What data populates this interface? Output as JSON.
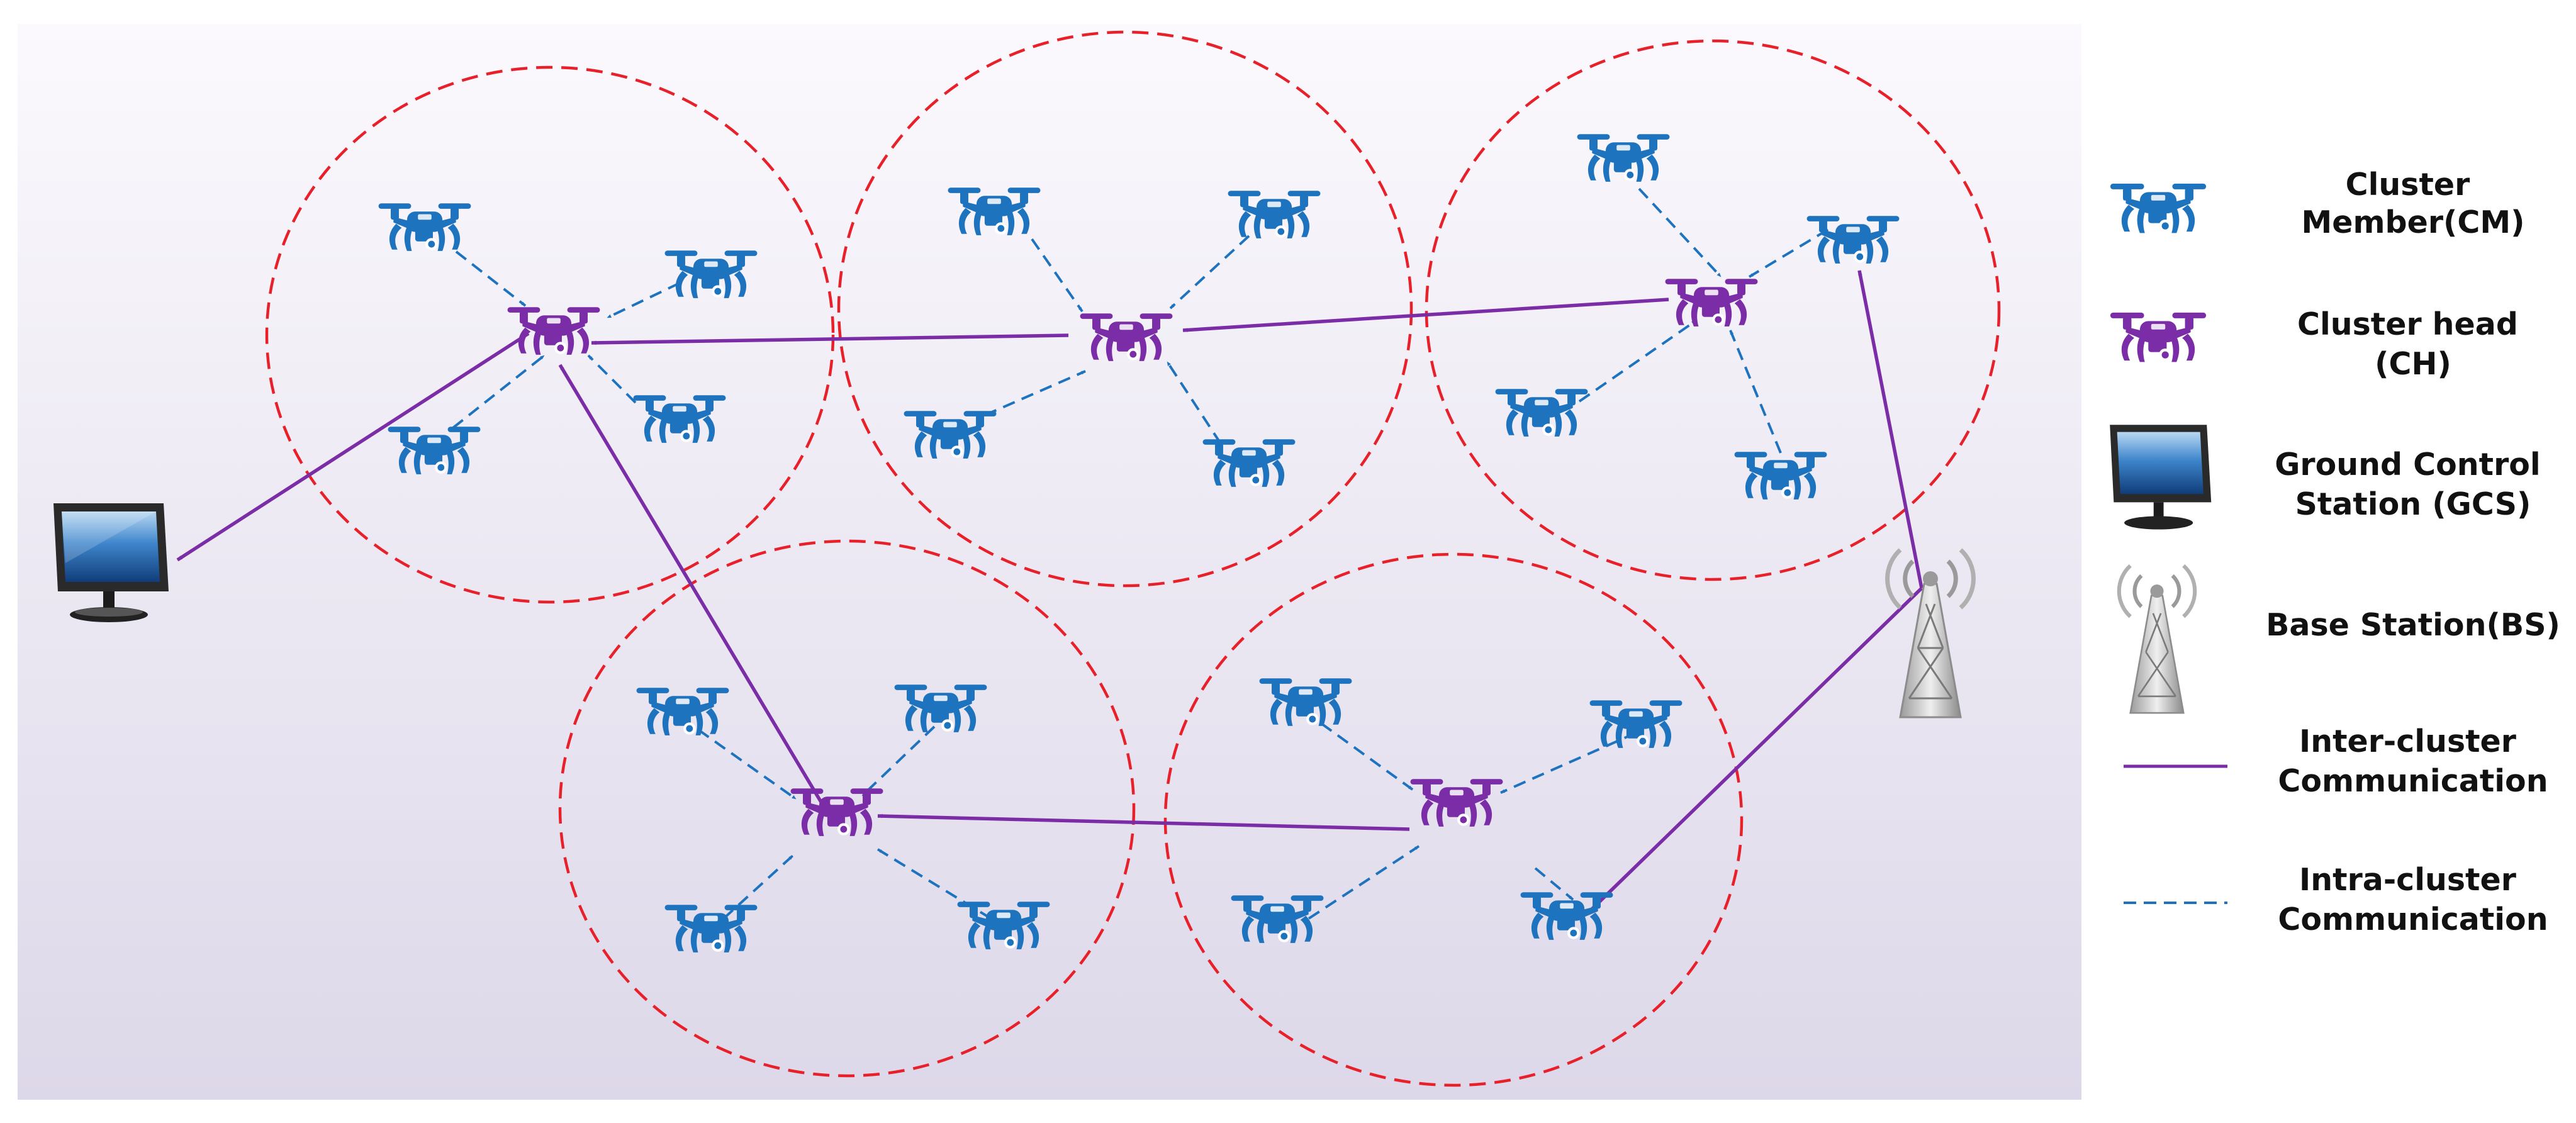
{
  "legend": {
    "cluster_member": [
      "Cluster",
      "Member(CM)"
    ],
    "cluster_head": [
      "Cluster head",
      "(CH)"
    ],
    "gcs": [
      "Ground Control",
      "Station  (GCS)"
    ],
    "base_station": [
      "Base Station(BS)"
    ],
    "inter_cluster": [
      "Inter-cluster",
      "Communication"
    ],
    "intra_cluster": [
      "Intra-cluster",
      "Communication"
    ]
  },
  "colors": {
    "cluster_member": "#1e73be",
    "cluster_head": "#7a2da6",
    "inter_cluster_link": "#7a2da6",
    "intra_cluster_link": "#1e73be",
    "cluster_boundary": "#e8202a",
    "panel_top": "#fbf9fd",
    "panel_bottom": "#ddd8e9"
  },
  "icons": {
    "cluster_member": "drone-icon",
    "cluster_head": "drone-icon",
    "gcs": "monitor-icon",
    "base_station": "antenna-tower-icon"
  }
}
